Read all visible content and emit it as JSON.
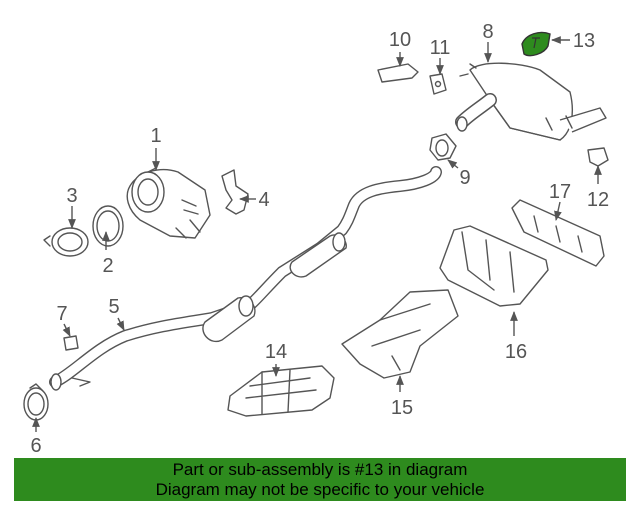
{
  "callouts": {
    "c1": "1",
    "c2": "2",
    "c3": "3",
    "c4": "4",
    "c5": "5",
    "c6": "6",
    "c7": "7",
    "c8": "8",
    "c9": "9",
    "c10": "10",
    "c11": "11",
    "c12": "12",
    "c13": "13",
    "c14": "14",
    "c15": "15",
    "c16": "16",
    "c17": "17"
  },
  "highlight_color": "#2e8b1e",
  "footer": {
    "line1": "Part or sub-assembly is #13 in diagram",
    "line2": "Diagram may not be specific to your vehicle"
  }
}
